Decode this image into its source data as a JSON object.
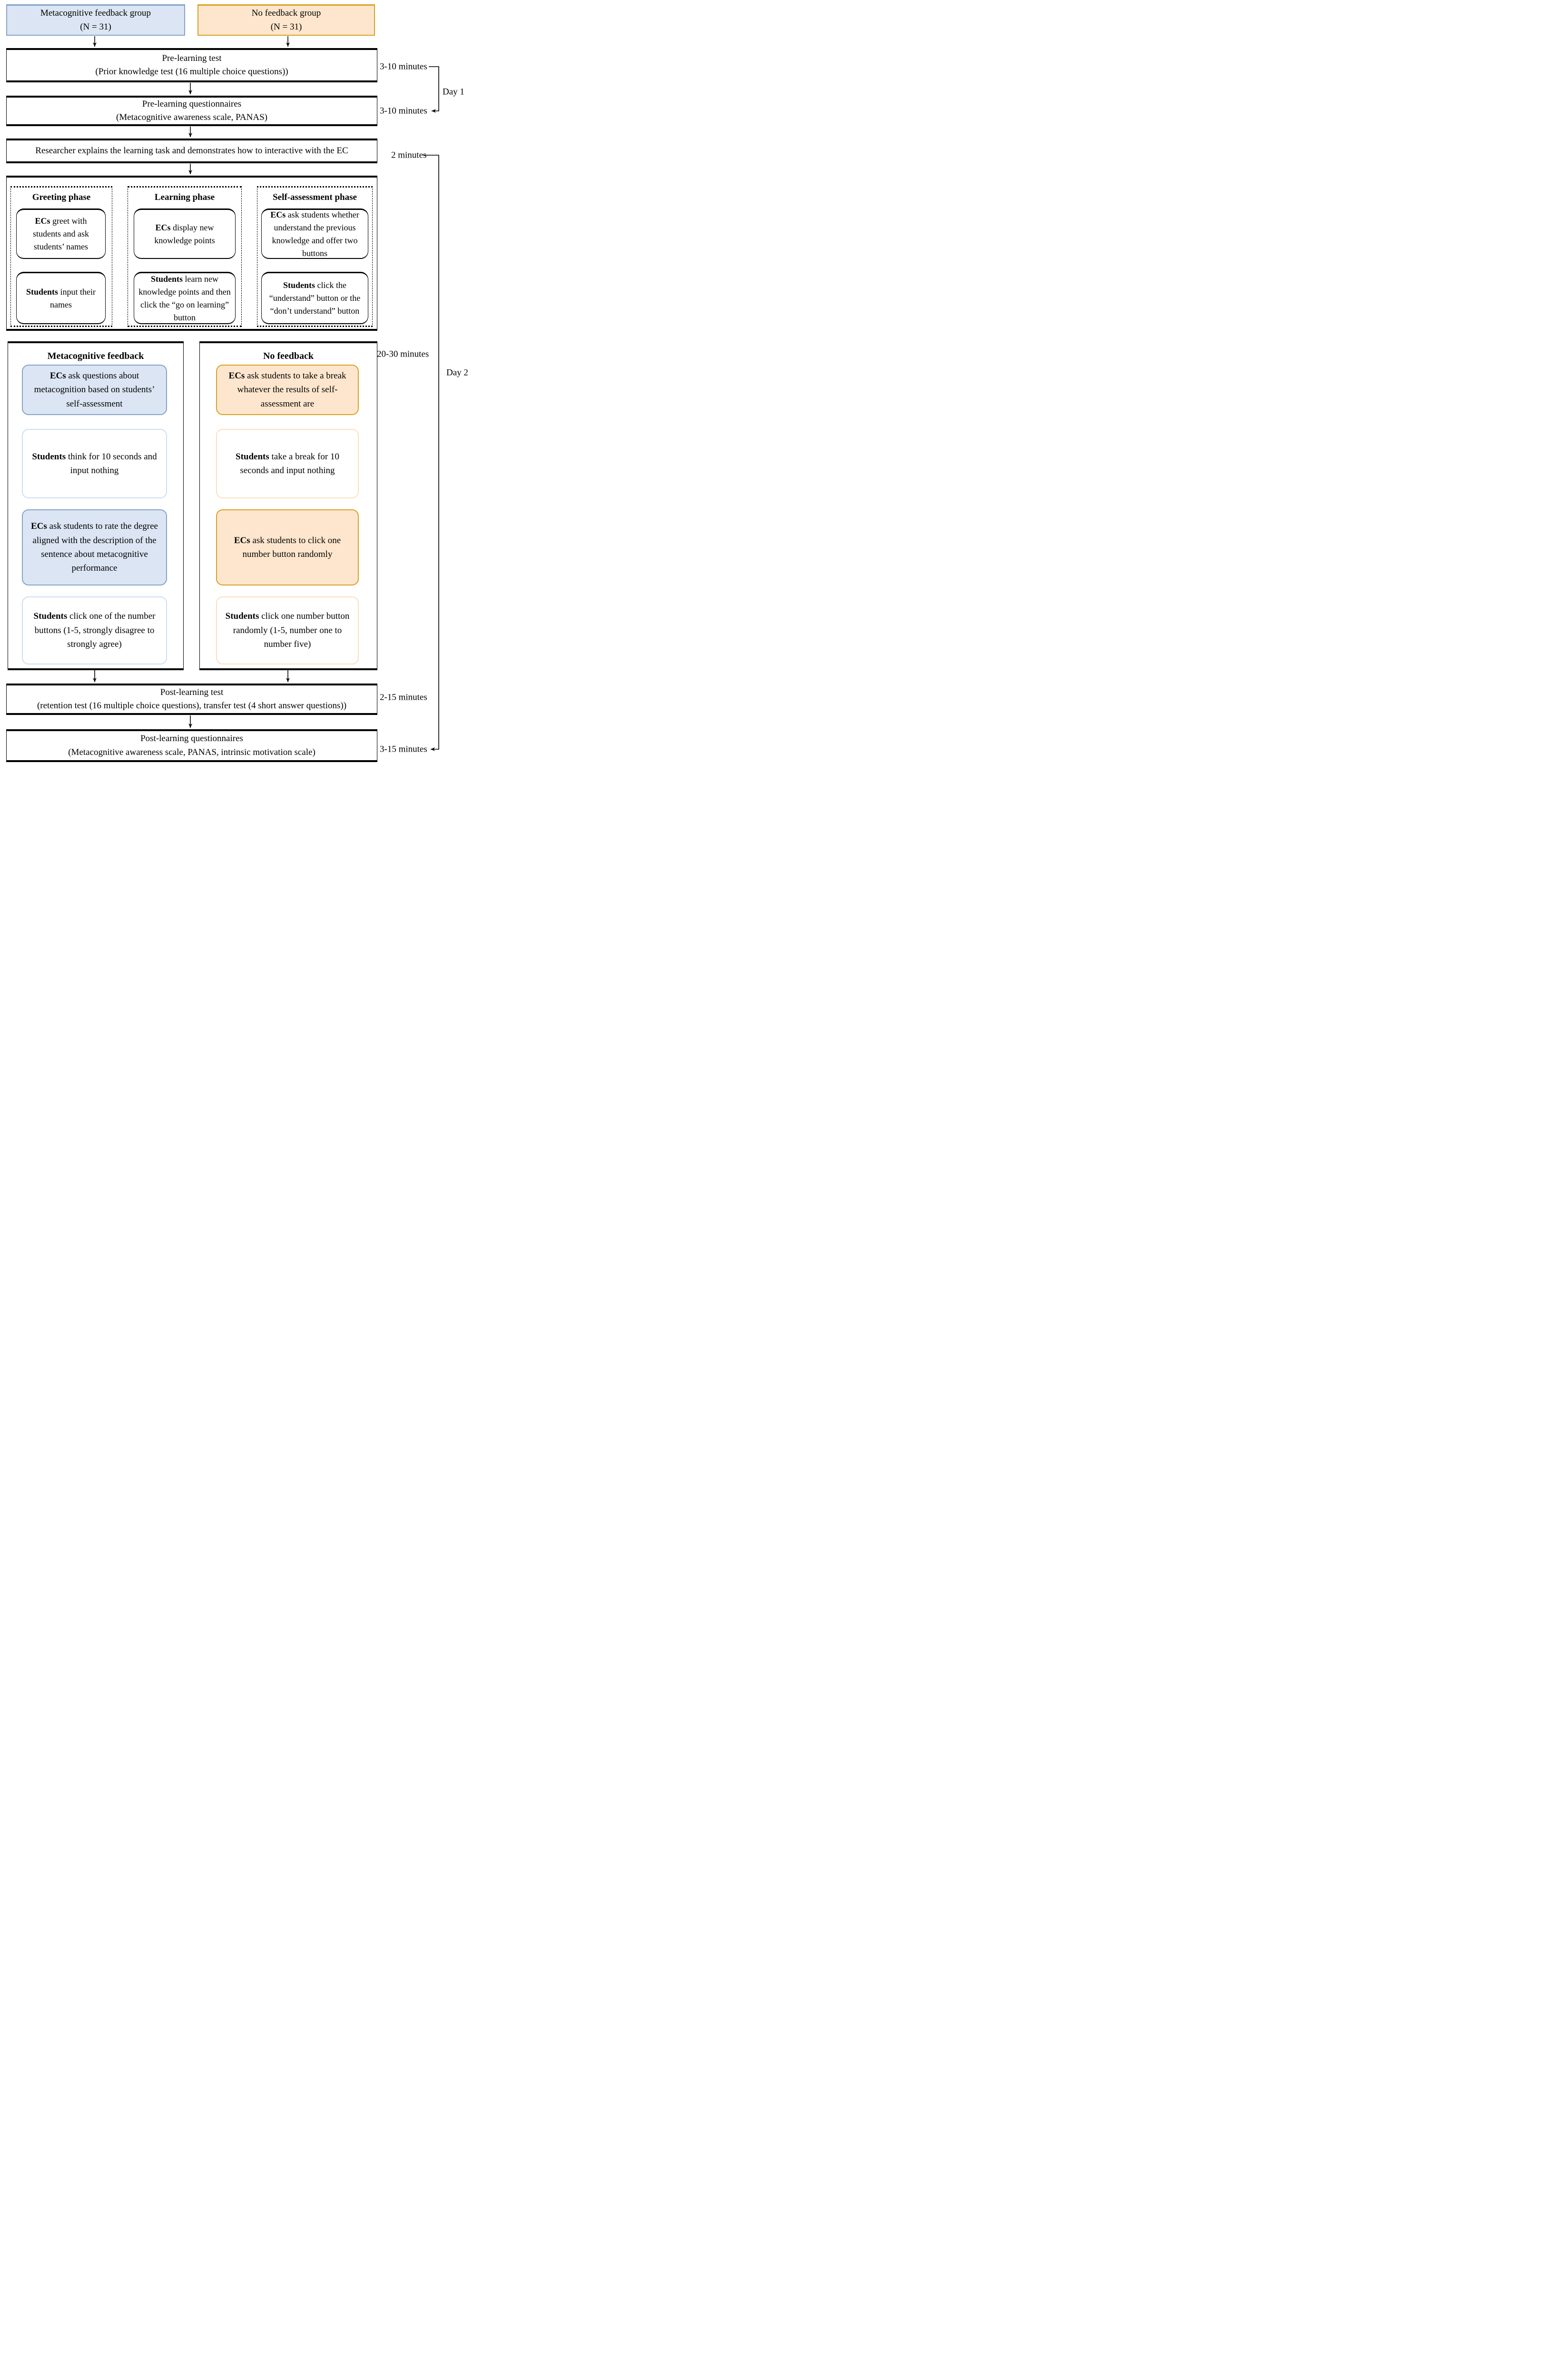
{
  "groups": [
    {
      "name_line": "Metacognitive feedback group",
      "n_line": "(N = 31)"
    },
    {
      "name_line": "No feedback group",
      "n_line": "(N = 31)"
    }
  ],
  "process": {
    "pre_test": {
      "title": "Pre-learning test",
      "detail": "(Prior knowledge test (16 multiple choice questions))"
    },
    "pre_questionnaires": {
      "title": "Pre-learning questionnaires",
      "detail": "(Metacognitive awareness scale, PANAS)"
    },
    "researcher_explains": {
      "title": "Researcher explains the learning task and demonstrates how to interactive with the EC"
    },
    "post_test": {
      "title": "Post-learning test",
      "detail": "(retention test (16 multiple choice questions), transfer test (4 short answer questions))"
    },
    "post_questionnaires": {
      "title": "Post-learning questionnaires",
      "detail": "(Metacognitive awareness scale, PANAS, intrinsic motivation scale)"
    }
  },
  "phases": [
    {
      "title": "Greeting phase",
      "ec_step": {
        "bold": "ECs",
        "rest": " greet with students and ask students’ names"
      },
      "student_step": {
        "bold": "Students",
        "rest": " input their names"
      }
    },
    {
      "title": "Learning phase",
      "ec_step": {
        "bold": "ECs",
        "rest": " display new knowledge points"
      },
      "student_step": {
        "bold": "Students",
        "rest": " learn new knowledge points and then click the “go on learning” button"
      }
    },
    {
      "title": "Self-assessment phase",
      "ec_step": {
        "bold": "ECs",
        "rest": " ask students whether understand the previous knowledge and offer two buttons"
      },
      "student_step": {
        "bold": "Students",
        "rest": " click the “understand” button or the “don’t understand” button"
      }
    }
  ],
  "feedback_columns": [
    {
      "title": "Metacognitive feedback",
      "steps": [
        {
          "bold": "ECs",
          "rest": " ask questions about metacognition based on students’ self-assessment"
        },
        {
          "bold": "Students",
          "rest": " think for 10 seconds and input nothing"
        },
        {
          "bold": "ECs",
          "rest": " ask students to rate the degree aligned with the description of the sentence about metacognitive performance"
        },
        {
          "bold": "Students",
          "rest": " click one of the number buttons (1-5, strongly disagree to strongly agree)"
        }
      ]
    },
    {
      "title": "No feedback",
      "steps": [
        {
          "bold": "ECs",
          "rest": " ask students to take a break whatever the results of self-assessment are"
        },
        {
          "bold": "Students",
          "rest": " take a break for 10 seconds and input nothing"
        },
        {
          "bold": "ECs",
          "rest": " ask students to click one number button randomly"
        },
        {
          "bold": "Students",
          "rest": " click one number button randomly (1-5, number one to number five)"
        }
      ]
    }
  ],
  "timeline": {
    "pre_test_duration": "3-10 minutes",
    "pre_questionnaires_duration": "3-10 minutes",
    "day1": "Day 1",
    "researcher_duration": "2 minutes",
    "interaction_duration": "20-30 minutes",
    "day2": "Day 2",
    "post_test_duration": "2-15 minutes",
    "post_questionnaires_duration": "3-15 minutes"
  },
  "colors": {
    "blue_fill": "#dbe5f3",
    "blue_border": "#85a3c6",
    "blue_border_pale": "#cbdff2",
    "orange_fill": "#fde6cd",
    "orange_border": "#d9a123",
    "orange_border_pale": "#fbdfc0"
  }
}
